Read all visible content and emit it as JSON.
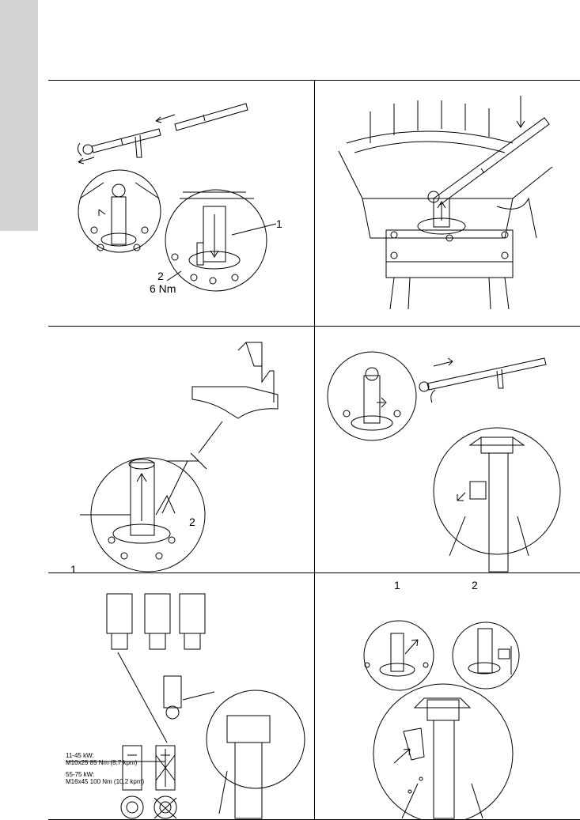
{
  "panels": {
    "p1": {
      "callout_1": "1",
      "callout_2": "2",
      "torque": "6 Nm"
    },
    "p3": {
      "callout_1": "1",
      "callout_2": "2"
    },
    "p5": {
      "note_line1": "11-45 kW:",
      "note_line2": "M10x25 85 Nm (8,7 kpm)",
      "note_line3": "55-75 kW:",
      "note_line4": "M16x45 100 Nm (10,2 kpm)"
    },
    "p6": {
      "callout_1": "1",
      "callout_2": "2"
    }
  },
  "colors": {
    "line": "#000000",
    "tab": "#d4d4d4"
  }
}
